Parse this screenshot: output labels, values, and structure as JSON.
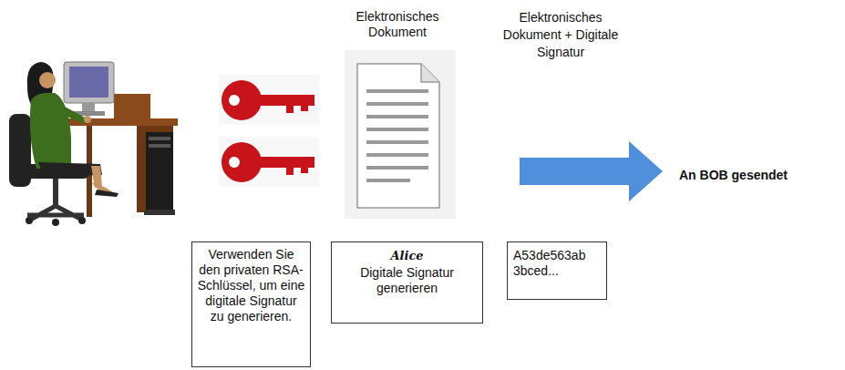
{
  "diagram": {
    "nodes": [
      {
        "text": [
          "Verwenden Sie den privaten RSA-Schlüssel, um eine digitale Signatur zu generieren."
        ]
      },
      {
        "text": [
          "Alice",
          "Digitale Signatur generieren"
        ]
      },
      {
        "text": [
          "A53de563ab 3bced..."
        ]
      }
    ],
    "labels": [
      "Elektronisches Dokument",
      "Elektronisches Dokument + Digitale Signatur",
      "An BOB gesendet"
    ]
  }
}
